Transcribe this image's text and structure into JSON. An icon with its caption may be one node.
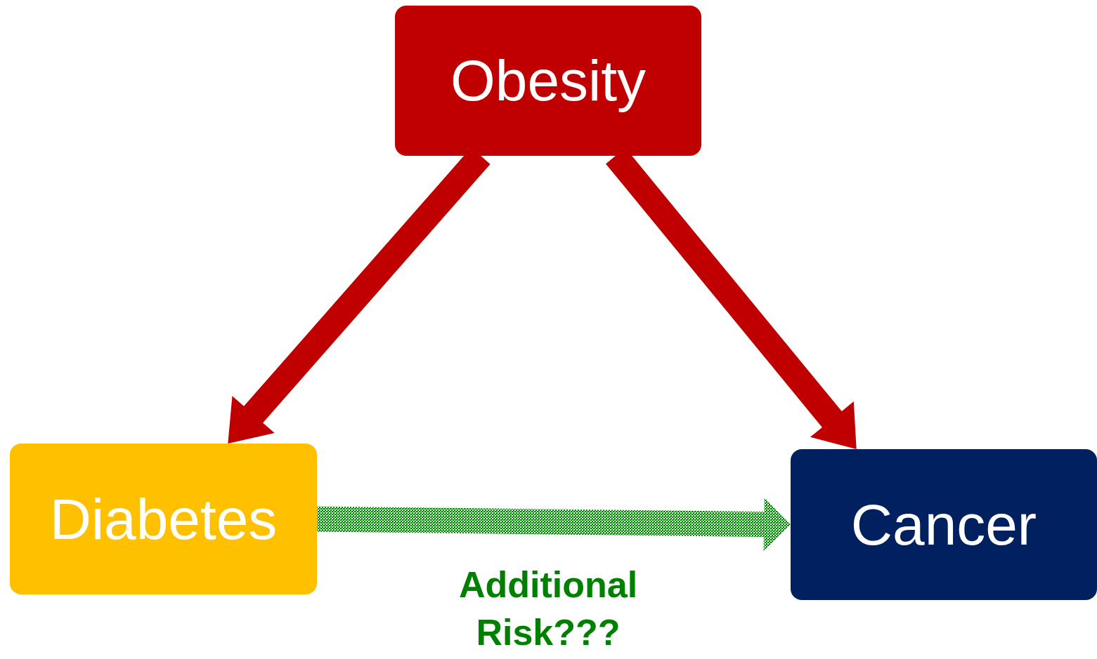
{
  "diagram": {
    "nodes": [
      {
        "text": [
          "Obesity"
        ]
      },
      {
        "text": [
          "Diabetes"
        ]
      },
      {
        "text": [
          "Cancer"
        ]
      }
    ],
    "edges": [
      {
        "from": 0,
        "to": 1,
        "arrow": "to",
        "style": "thick"
      },
      {
        "from": 0,
        "to": 2,
        "arrow": "to",
        "style": "thick"
      },
      {
        "from": 1,
        "to": 2,
        "arrow": "to",
        "style": "dashed",
        "color": "#008000",
        "label": "Additional Risk???"
      }
    ]
  }
}
